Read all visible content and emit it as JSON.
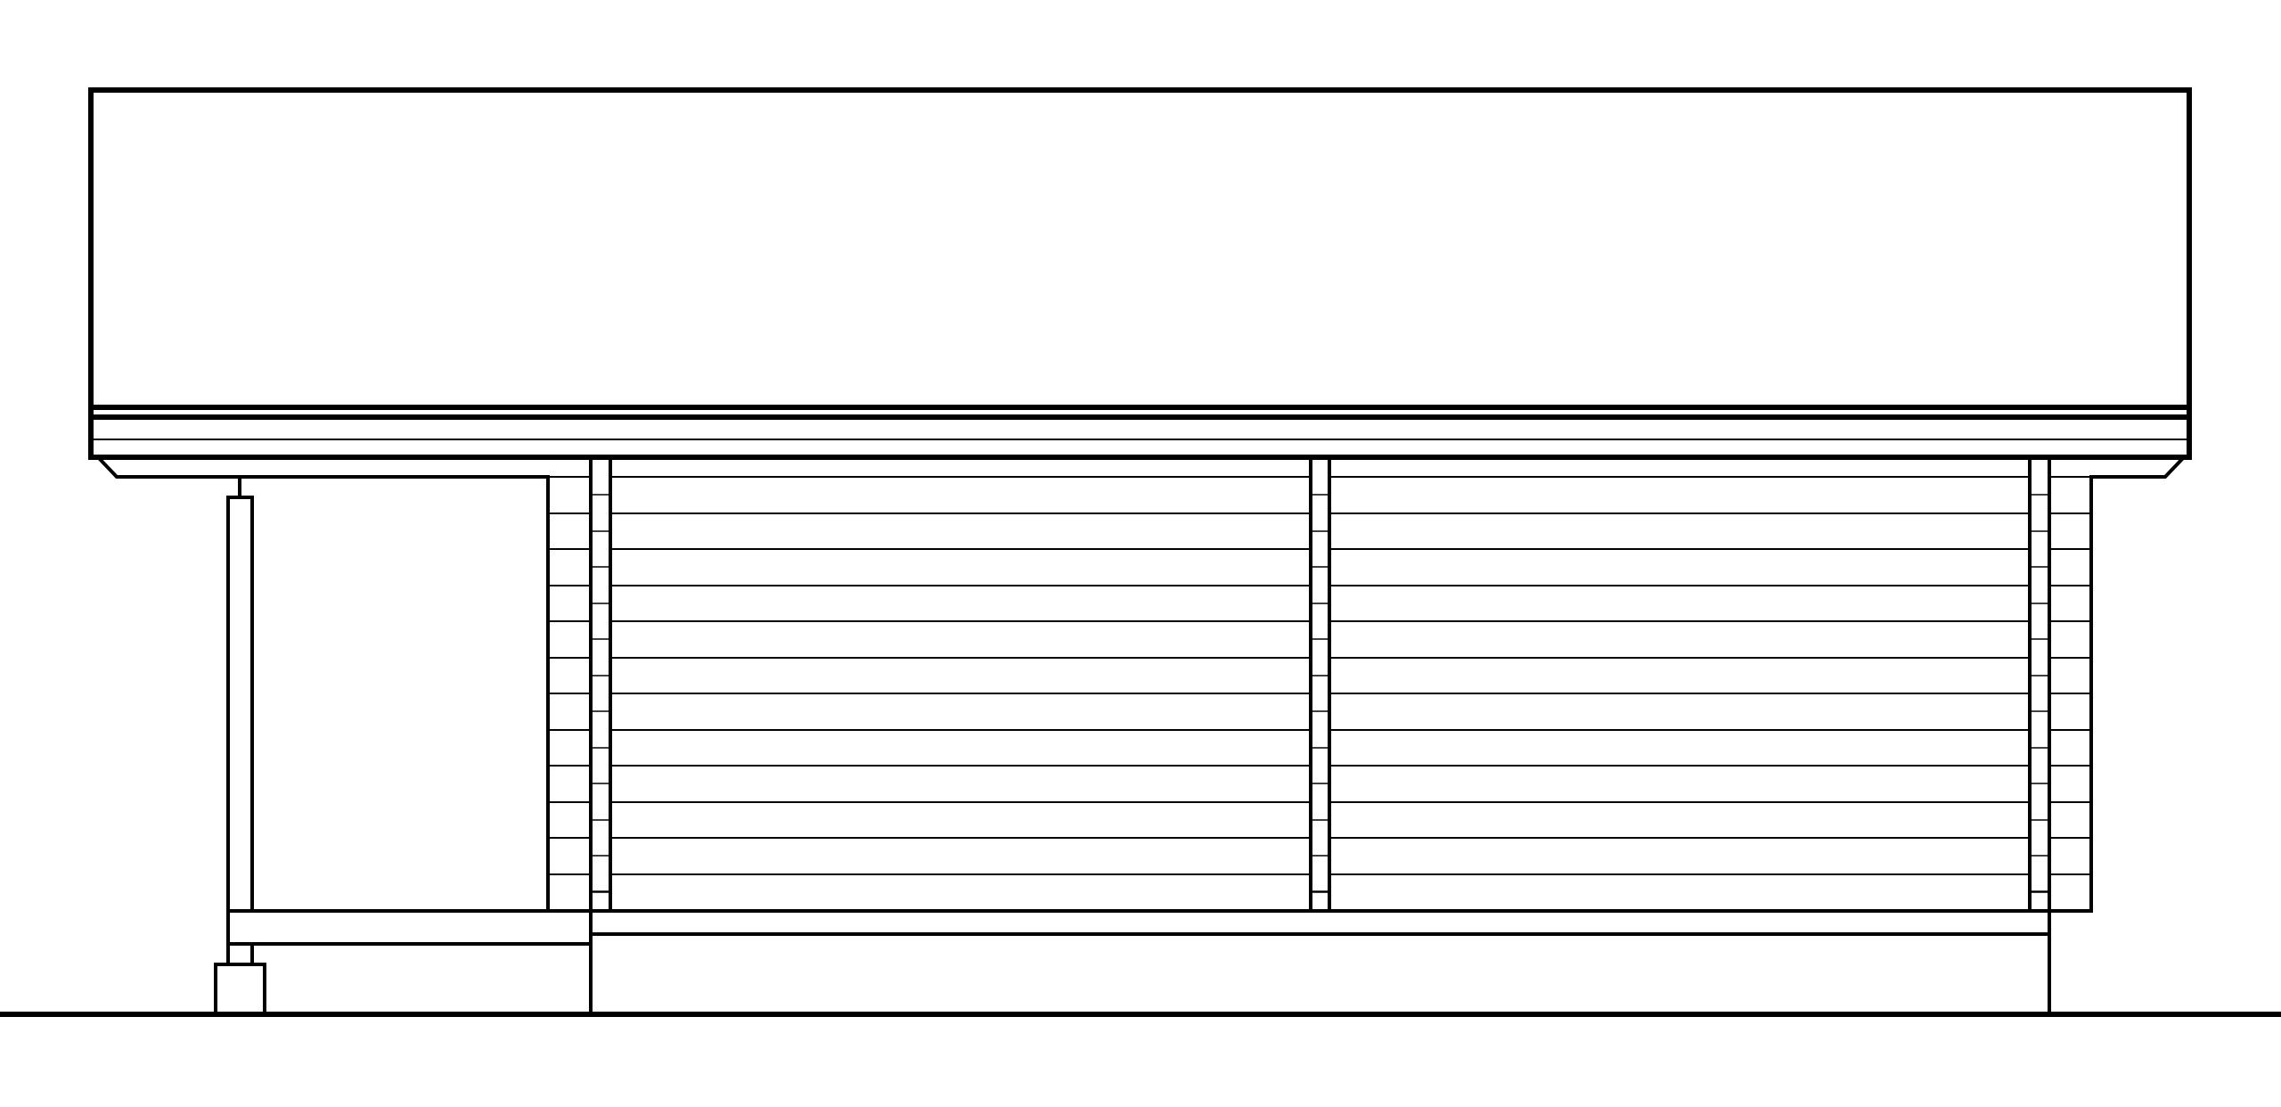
{
  "drawing": {
    "kind": "building-elevation",
    "line_color": "#000000",
    "background_color": "#ffffff",
    "roof": {
      "shape": "flat",
      "parapet": true
    },
    "wall": {
      "cladding": "horizontal-boards",
      "wall_sections": 2,
      "corner_posts": 3
    },
    "porch": {
      "side": "left",
      "posts": 1,
      "footings": 1
    },
    "labels": []
  }
}
